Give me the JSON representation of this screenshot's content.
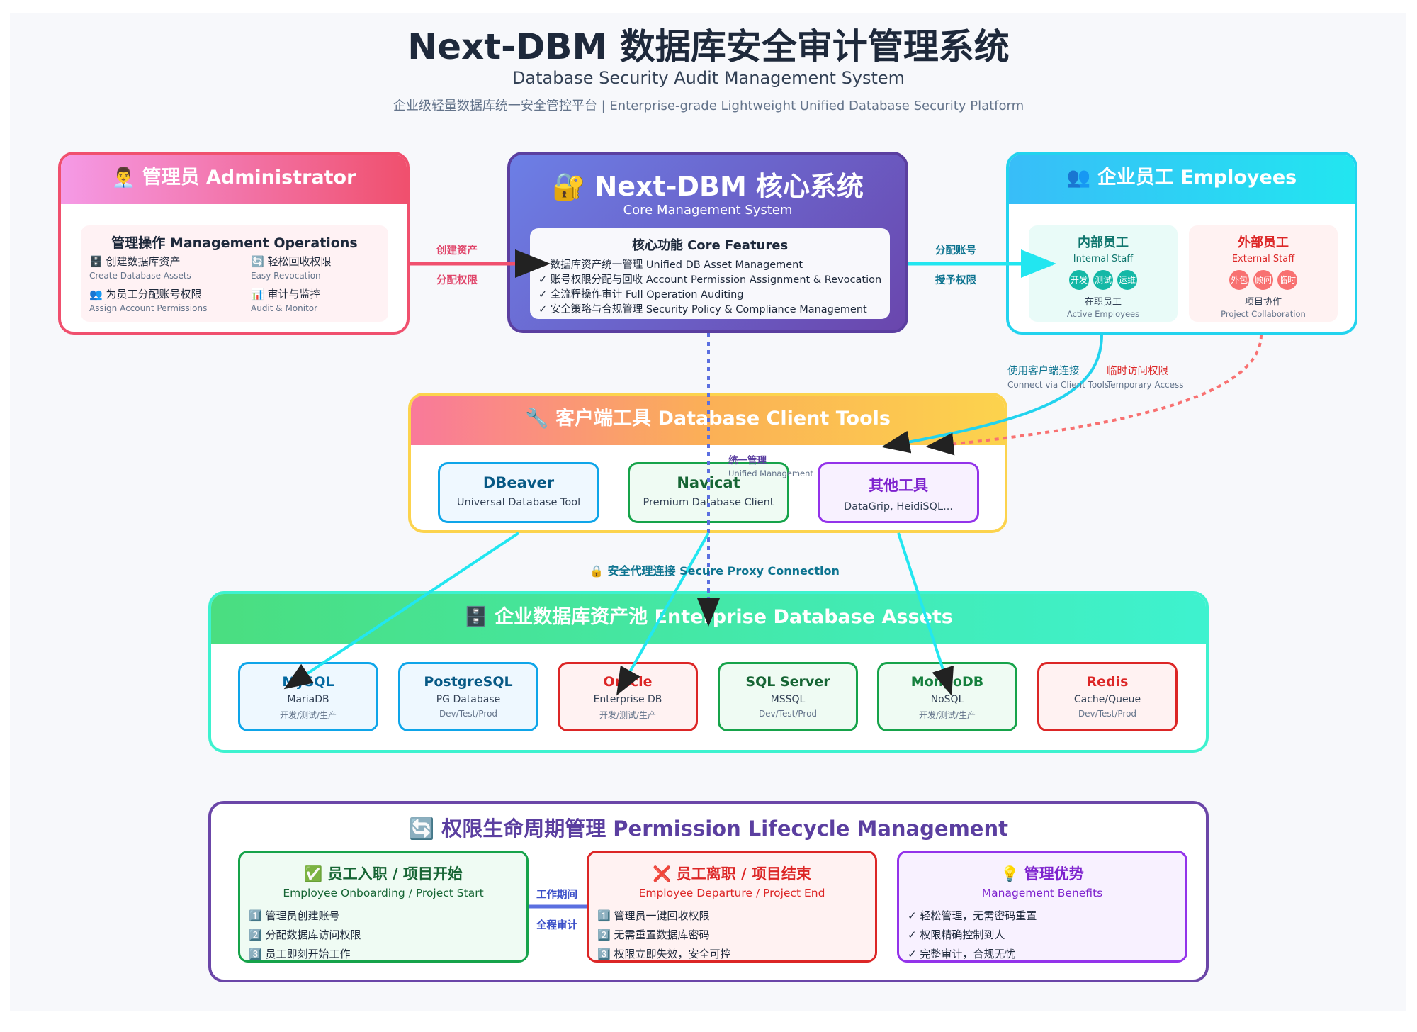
{
  "header": {
    "title": "Next-DBM 数据库安全审计管理系统",
    "subtitle": "Database Security Audit Management System",
    "tagline": "企业级轻量数据库统一安全管控平台 | Enterprise-grade Lightweight Unified Database Security Platform"
  },
  "admin": {
    "title": "👨‍💼 管理员 Administrator",
    "ops_title": "管理操作 Management Operations",
    "ops": [
      {
        "label": "🗄️ 创建数据库资产",
        "sub": "Create Database Assets"
      },
      {
        "label": "🔄 轻松回收权限",
        "sub": "Easy Revocation"
      },
      {
        "label": "👥 为员工分配账号权限",
        "sub": "Assign Account Permissions"
      },
      {
        "label": "📊 审计与监控",
        "sub": "Audit & Monitor"
      }
    ]
  },
  "core": {
    "title": "🔐 Next-DBM 核心系统",
    "subtitle": "Core Management System",
    "features_title": "核心功能 Core Features",
    "features": [
      "✓ 数据库资产统一管理 Unified DB Asset Management",
      "✓ 账号权限分配与回收 Account Permission Assignment & Revocation",
      "✓ 全流程操作审计 Full Operation Auditing",
      "✓ 安全策略与合规管理 Security Policy & Compliance Management"
    ]
  },
  "employees": {
    "title": "👥 企业员工 Employees",
    "internal": {
      "title": "内部员工",
      "subtitle": "Internal Staff",
      "tags": [
        "开发",
        "测试",
        "运维"
      ],
      "desc": "在职员工",
      "desc_en": "Active Employees"
    },
    "external": {
      "title": "外部员工",
      "subtitle": "External Staff",
      "tags": [
        "外包",
        "顾问",
        "临时"
      ],
      "desc": "项目协作",
      "desc_en": "Project Collaboration"
    }
  },
  "connectors": {
    "create_asset": "创建资产",
    "assign_perm": "分配权限",
    "assign_account": "分配账号",
    "grant_perm": "授予权限",
    "client_connect": "使用客户端连接",
    "client_connect_en": "Connect via Client Tools",
    "temp_access": "临时访问权限",
    "temp_access_en": "Temporary Access",
    "unified": "统一管理",
    "unified_en": "Unified Management",
    "proxy": "🔒 安全代理连接 Secure Proxy Connection",
    "work_period": "工作期间",
    "full_audit": "全程审计"
  },
  "tools": {
    "title": "🔧 客户端工具 Database Client Tools",
    "items": [
      {
        "name": "DBeaver",
        "desc": "Universal Database Tool"
      },
      {
        "name": "Navicat",
        "desc": "Premium Database Client"
      },
      {
        "name": "其他工具",
        "desc": "DataGrip, HeidiSQL..."
      }
    ]
  },
  "assets": {
    "title": "🗄️ 企业数据库资产池 Enterprise Database Assets",
    "items": [
      {
        "name": "MySQL",
        "type": "MariaDB",
        "env": "开发/测试/生产"
      },
      {
        "name": "PostgreSQL",
        "type": "PG Database",
        "env": "Dev/Test/Prod"
      },
      {
        "name": "Oracle",
        "type": "Enterprise DB",
        "env": "开发/测试/生产"
      },
      {
        "name": "SQL Server",
        "type": "MSSQL",
        "env": "Dev/Test/Prod"
      },
      {
        "name": "MongoDB",
        "type": "NoSQL",
        "env": "开发/测试/生产"
      },
      {
        "name": "Redis",
        "type": "Cache/Queue",
        "env": "Dev/Test/Prod"
      }
    ]
  },
  "lifecycle": {
    "title": "🔄 权限生命周期管理 Permission Lifecycle Management",
    "onboarding": {
      "title": "✅ 员工入职 / 项目开始",
      "subtitle": "Employee Onboarding / Project Start",
      "steps": [
        "1️⃣ 管理员创建账号",
        "2️⃣ 分配数据库访问权限",
        "3️⃣ 员工即刻开始工作"
      ]
    },
    "departure": {
      "title": "❌ 员工离职 / 项目结束",
      "subtitle": "Employee Departure / Project End",
      "steps": [
        "1️⃣ 管理员一键回收权限",
        "2️⃣ 无需重置数据库密码",
        "3️⃣ 权限立即失效，安全可控"
      ]
    },
    "benefits": {
      "title": "💡 管理优势",
      "subtitle": "Management Benefits",
      "steps": [
        "✓ 轻松管理，无需密码重置",
        "✓ 权限精确控制到人",
        "✓ 完整审计，合规无忧"
      ]
    }
  },
  "colors": {
    "admin": "#f0506e",
    "core": "#6a4bb8",
    "employees": "#22d3ee",
    "tools": "#fcd34d",
    "assets": "#4ade80",
    "lifecycle": "#6b46a8"
  }
}
